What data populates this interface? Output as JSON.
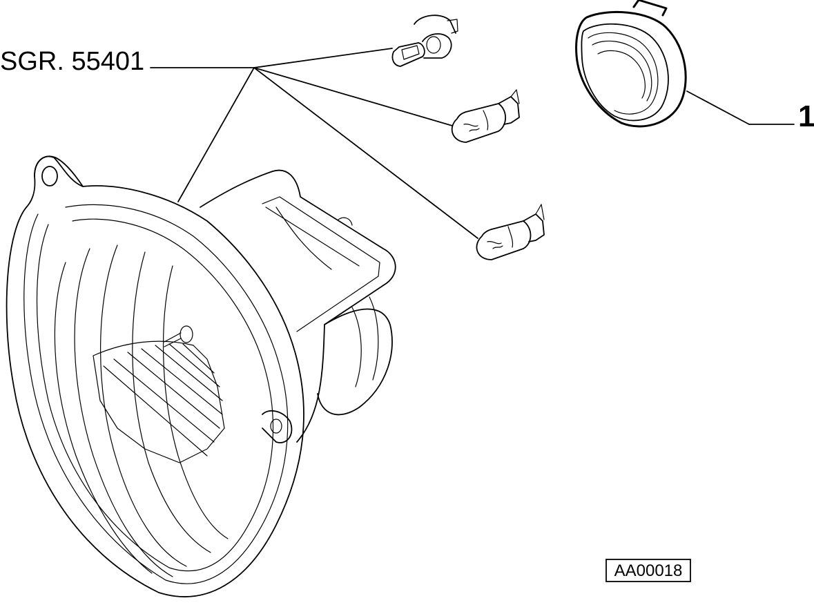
{
  "diagram": {
    "reference_label": "SGR. 55401",
    "item_number": "1",
    "drawing_code": "AA00018"
  },
  "colors": {
    "line": "#000000",
    "background": "#ffffff"
  }
}
